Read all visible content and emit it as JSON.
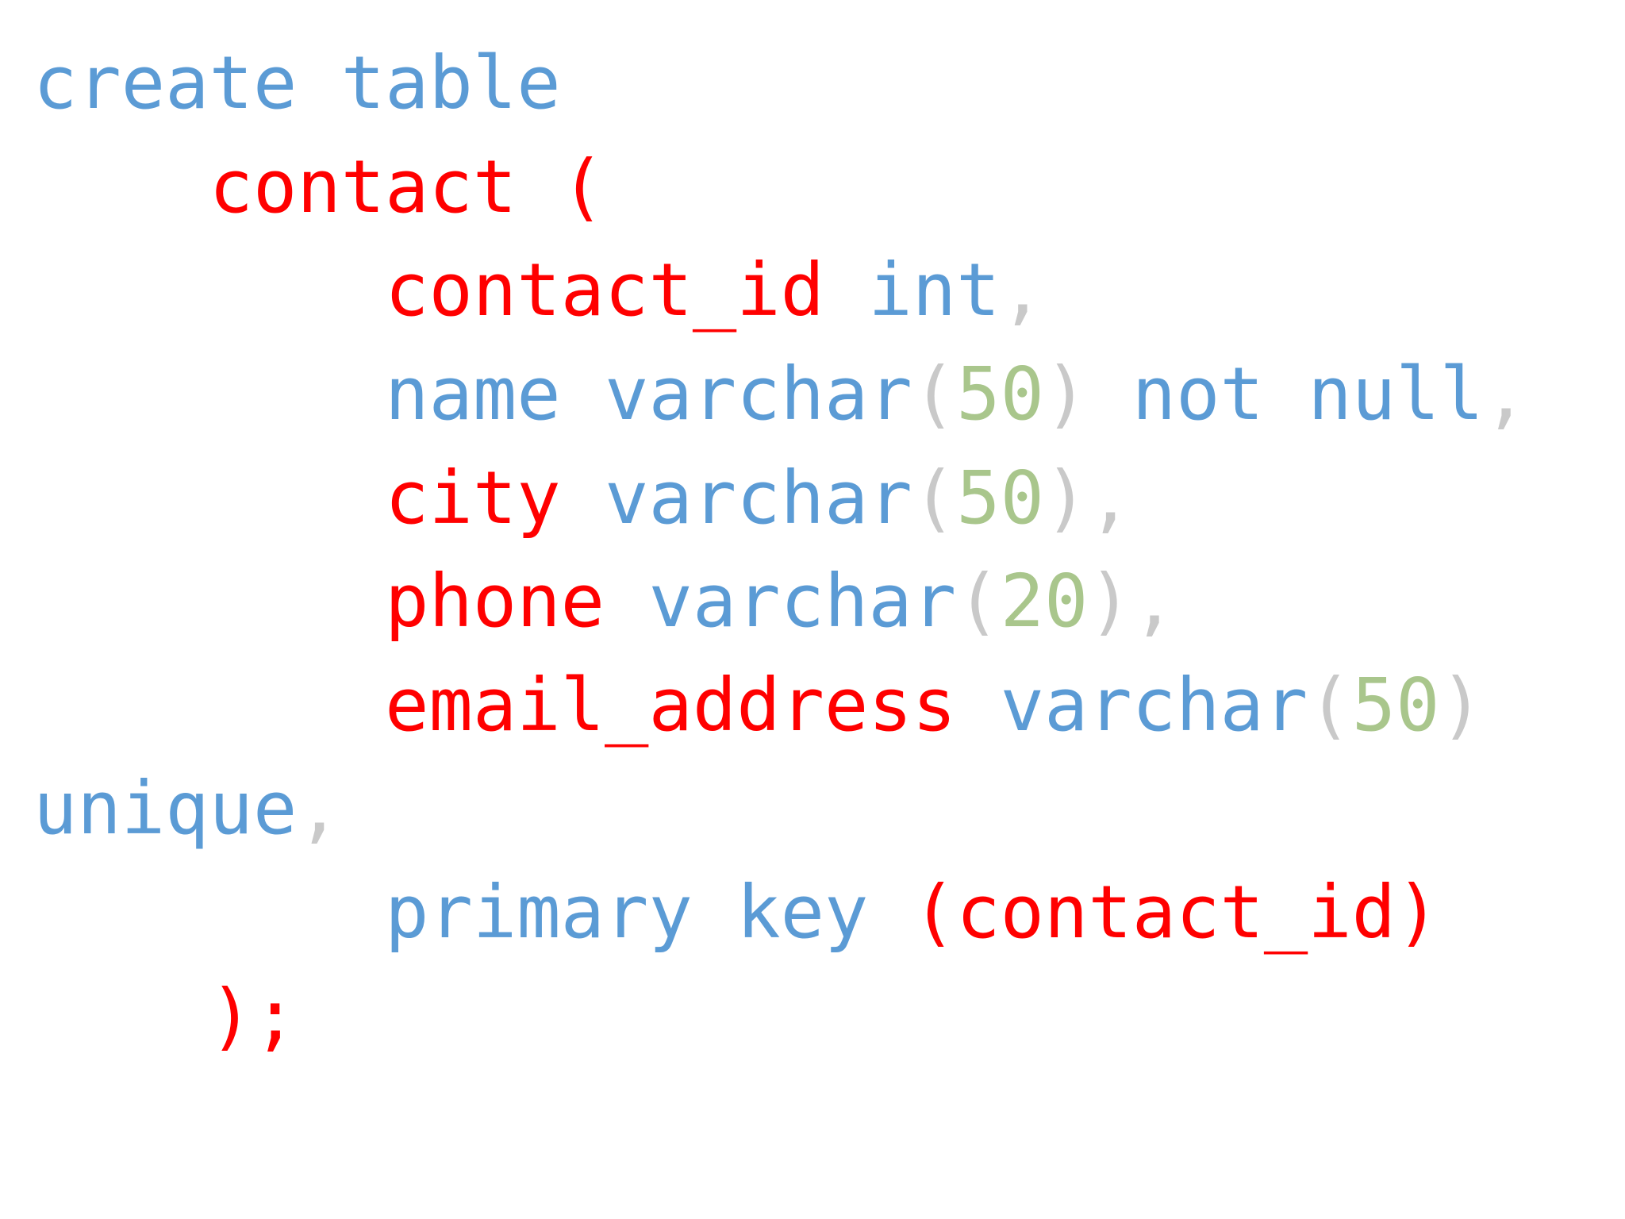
{
  "document": {
    "kind": "sql-code-slide",
    "background_color": "#ffffff",
    "colors": {
      "keyword": "#5B9BD5",
      "identifier": "#FF0000",
      "punctuation": "#C9C9C9",
      "number": "#A9C68C"
    },
    "full_text": "create table\n    contact (\n        contact_id int,\n        name varchar(50) not null,\n        city varchar(50),\n        phone varchar(20),\n        email_address varchar(50) unique,\n        primary key (contact_id)\n    );",
    "lines": [
      {
        "id": "line-1",
        "indent": "",
        "tokens": [
          {
            "text": "create",
            "role": "keyword"
          },
          {
            "text": " ",
            "role": "space"
          },
          {
            "text": "table",
            "role": "keyword"
          }
        ]
      },
      {
        "id": "line-2",
        "indent": "    ",
        "tokens": [
          {
            "text": "contact",
            "role": "identifier"
          },
          {
            "text": " ",
            "role": "space"
          },
          {
            "text": "(",
            "role": "identifier"
          }
        ]
      },
      {
        "id": "line-3",
        "indent": "        ",
        "tokens": [
          {
            "text": "contact_id",
            "role": "identifier"
          },
          {
            "text": " ",
            "role": "space"
          },
          {
            "text": "int",
            "role": "keyword"
          },
          {
            "text": ",",
            "role": "punctuation"
          }
        ]
      },
      {
        "id": "line-4",
        "indent": "        ",
        "tokens": [
          {
            "text": "name",
            "role": "keyword"
          },
          {
            "text": " ",
            "role": "space"
          },
          {
            "text": "varchar",
            "role": "keyword"
          },
          {
            "text": "(",
            "role": "punctuation"
          },
          {
            "text": "50",
            "role": "number"
          },
          {
            "text": ")",
            "role": "punctuation"
          },
          {
            "text": " ",
            "role": "space"
          },
          {
            "text": "not",
            "role": "keyword"
          },
          {
            "text": " ",
            "role": "space"
          },
          {
            "text": "null",
            "role": "keyword"
          },
          {
            "text": ",",
            "role": "punctuation"
          }
        ]
      },
      {
        "id": "line-5",
        "indent": "        ",
        "tokens": [
          {
            "text": "city",
            "role": "identifier"
          },
          {
            "text": " ",
            "role": "space"
          },
          {
            "text": "varchar",
            "role": "keyword"
          },
          {
            "text": "(",
            "role": "punctuation"
          },
          {
            "text": "50",
            "role": "number"
          },
          {
            "text": ")",
            "role": "punctuation"
          },
          {
            "text": ",",
            "role": "punctuation"
          }
        ]
      },
      {
        "id": "line-6",
        "indent": "        ",
        "tokens": [
          {
            "text": "phone",
            "role": "identifier"
          },
          {
            "text": " ",
            "role": "space"
          },
          {
            "text": "varchar",
            "role": "keyword"
          },
          {
            "text": "(",
            "role": "punctuation"
          },
          {
            "text": "20",
            "role": "number"
          },
          {
            "text": ")",
            "role": "punctuation"
          },
          {
            "text": ",",
            "role": "punctuation"
          }
        ]
      },
      {
        "id": "line-7",
        "indent": "        ",
        "tokens": [
          {
            "text": "email_address",
            "role": "identifier"
          },
          {
            "text": " ",
            "role": "space"
          },
          {
            "text": "varchar",
            "role": "keyword"
          },
          {
            "text": "(",
            "role": "punctuation"
          },
          {
            "text": "50",
            "role": "number"
          },
          {
            "text": ")",
            "role": "punctuation"
          }
        ]
      },
      {
        "id": "line-7-wrap",
        "indent": "",
        "wrapped_continuation": true,
        "tokens": [
          {
            "text": "unique",
            "role": "keyword"
          },
          {
            "text": ",",
            "role": "punctuation"
          }
        ]
      },
      {
        "id": "line-8",
        "indent": "        ",
        "tokens": [
          {
            "text": "primary",
            "role": "keyword"
          },
          {
            "text": " ",
            "role": "space"
          },
          {
            "text": "key",
            "role": "keyword"
          },
          {
            "text": " ",
            "role": "space"
          },
          {
            "text": "(",
            "role": "identifier"
          },
          {
            "text": "contact_id",
            "role": "identifier"
          },
          {
            "text": ")",
            "role": "identifier"
          }
        ]
      },
      {
        "id": "line-9",
        "indent": "    ",
        "tokens": [
          {
            "text": ")",
            "role": "identifier"
          },
          {
            "text": ";",
            "role": "identifier"
          }
        ]
      }
    ]
  }
}
